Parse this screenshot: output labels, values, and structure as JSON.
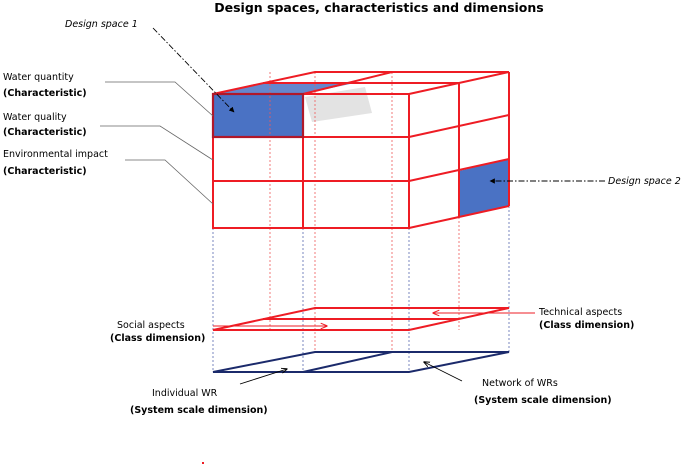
{
  "title": "Design spaces, characteristics and dimensions",
  "design_spaces": {
    "first": "Design space 1",
    "second": "Design space 2"
  },
  "characteristics": [
    {
      "name": "Water quantity",
      "type": "(Characteristic)"
    },
    {
      "name": "Water quality",
      "type": "(Characteristic)"
    },
    {
      "name": "Environmental impact",
      "type": "(Characteristic)"
    }
  ],
  "class_dimensions": [
    {
      "name": "Social aspects",
      "type": "(Class dimension)"
    },
    {
      "name": "Technical aspects",
      "type": "(Class dimension)"
    }
  ],
  "system_scale_dimensions": [
    {
      "name": "Individual WR",
      "type": "(System scale dimension)"
    },
    {
      "name": "Network of WRs",
      "type": "(System scale dimension)"
    }
  ],
  "colors": {
    "grid": "#ee1c24",
    "fill": "#4a72c4",
    "system_plane": "#1b2a6b"
  }
}
